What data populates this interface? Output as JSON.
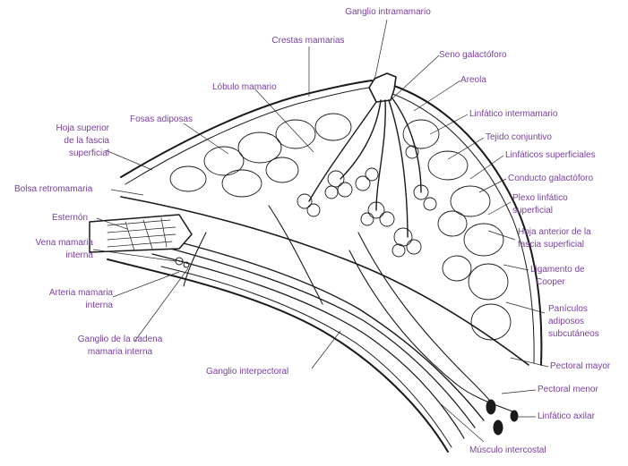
{
  "colors": {
    "label": "#7a3fa0",
    "ink": "#1a1a1a",
    "leader": "#2a2a2a"
  },
  "labels": {
    "ganglio_intramamario": "Ganglio intramamario",
    "crestas_mamarias": "Crestas mamarias",
    "seno_galactoforo": "Seno galactóforo",
    "areola": "Areola",
    "lobulo_mamario": "Lóbulo mamario",
    "linfatico_intermamario": "Linfático intermamario",
    "fosas_adiposas": "Fosas adiposas",
    "tejido_conjuntivo": "Tejido conjuntivo",
    "hoja_superior_l1": "Hoja superior",
    "hoja_superior_l2": "de la fascia",
    "hoja_superior_l3": "superficial",
    "linfaticos_superficiales": "Linfáticos superficiales",
    "conducto_galactoforo": "Conducto galactóforo",
    "bolsa_retromamaria": "Bolsa retromamaria",
    "plexo_l1": "Plexo linfático",
    "plexo_l2": "superficial",
    "esternon": "Esternón",
    "hoja_anterior_l1": "Hoja anterior de la",
    "hoja_anterior_l2": "fascia superficial",
    "vena_l1": "Vena mamaria",
    "vena_l2": "interna",
    "ligamento_l1": "Ligamento de",
    "ligamento_l2": "Cooper",
    "arteria_l1": "Arteria mamaria",
    "arteria_l2": "interna",
    "paniculos_l1": "Panículos",
    "paniculos_l2": "adiposos",
    "paniculos_l3": "subcutáneos",
    "ganglio_cadena_l1": "Ganglio de la cadena",
    "ganglio_cadena_l2": "mamaria interna",
    "ganglio_interpectoral": "Ganglio interpectoral",
    "pectoral_mayor": "Pectoral mayor",
    "pectoral_menor": "Pectoral menor",
    "linfatico_axilar": "Linfático axilar",
    "musculo_intercostal": "Músculo intercostal"
  }
}
